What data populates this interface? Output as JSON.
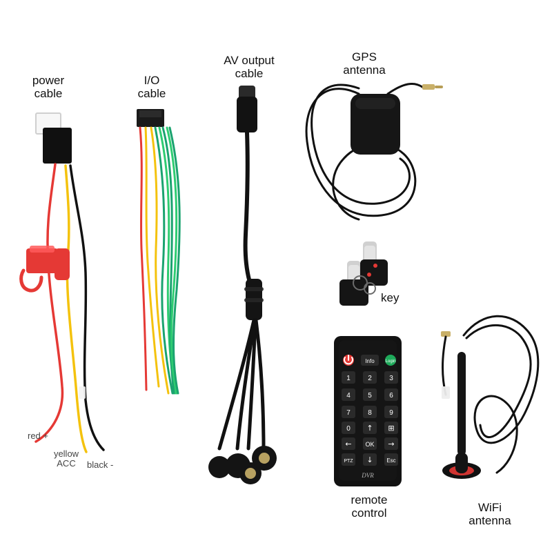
{
  "labels": {
    "power_cable": "power\ncable",
    "io_cable": "I/O\ncable",
    "av_output_cable": "AV output\ncable",
    "gps_antenna": "GPS\nantenna",
    "key": "key",
    "remote_control": "remote\ncontrol",
    "wifi_antenna": "WiFi\nantenna",
    "red_plus": "red +",
    "yellow_acc": "yellow\nACC",
    "black_minus": "black -"
  },
  "remote": {
    "brand": "DVR",
    "buttons": {
      "power": "",
      "info": "Info",
      "login": "Login",
      "n1": "1",
      "n2": "2",
      "n3": "3",
      "n4": "4",
      "n5": "5",
      "n6": "6",
      "n7": "7",
      "n8": "8",
      "n9": "9",
      "n0": "0",
      "up": "↑",
      "grid": "⊞",
      "left": "←",
      "ok": "OK",
      "right": "→",
      "ptz": "PTZ",
      "down": "↓",
      "esc": "Esc"
    }
  },
  "colors": {
    "background": "#ffffff",
    "wire_red": "#e53935",
    "wire_yellow": "#f4c20d",
    "wire_black": "#111111",
    "wire_green": "#1aa36f",
    "wire_green2": "#2ecc71",
    "remote_body": "#121212",
    "remote_button": "#2a2a2a",
    "remote_red": "#e53935",
    "remote_green": "#1eaa5a"
  },
  "icons": {
    "remote_power": "power-icon",
    "remote_grid": "grid-icon",
    "remote_arrows": "arrow-icons"
  }
}
